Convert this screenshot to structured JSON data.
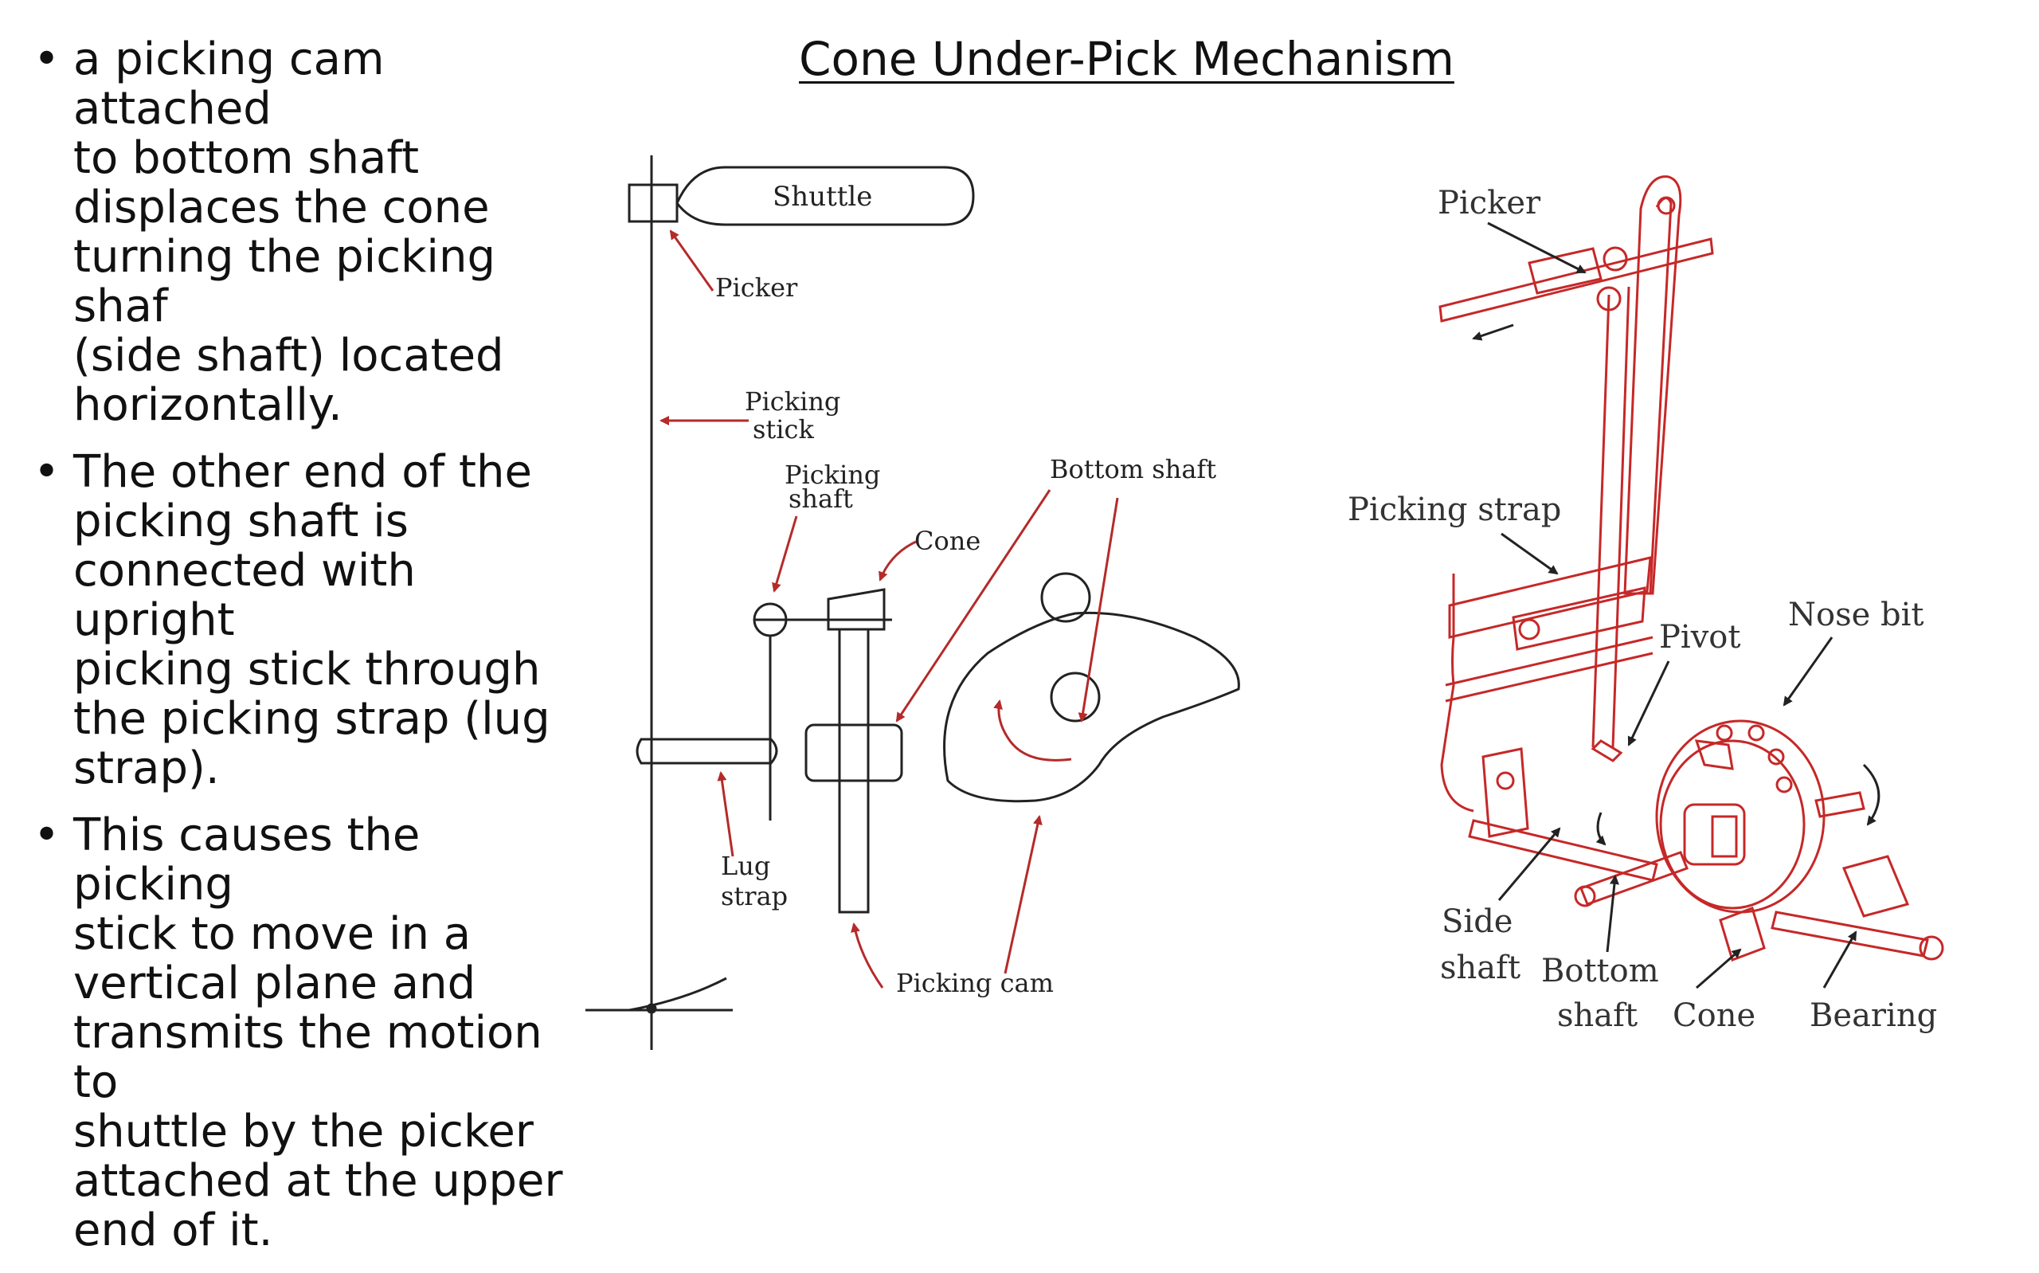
{
  "slide": {
    "title": "Cone Under-Pick Mechanism",
    "bullets": [
      "a picking cam attached\nto bottom shaft\ndisplaces the cone\nturning the picking shaf\n(side shaft) located\nhorizontally.",
      "The other end of the\npicking shaft is\nconnected with upright\npicking stick through\nthe picking strap (lug\nstrap).",
      "This causes the picking\nstick to move in a\nvertical plane and\ntransmits the motion to\nshuttle by the picker\nattached at the upper\nend of it."
    ],
    "bullet_char": "•"
  },
  "left_diagram": {
    "labels": {
      "shuttle": "Shuttle",
      "picker": "Picker",
      "picking_stick_1": "Picking",
      "picking_stick_2": "stick",
      "picking_shaft_1": "Picking",
      "picking_shaft_2": "shaft",
      "bottom_shaft": "Bottom shaft",
      "cone": "Cone",
      "lug_strap_1": "Lug",
      "lug_strap_2": "strap",
      "picking_cam": "Picking cam"
    }
  },
  "right_diagram": {
    "labels": {
      "picker": "Picker",
      "picking_strap": "Picking strap",
      "pivot": "Pivot",
      "nose_bit": "Nose bit",
      "side_shaft_1": "Side",
      "side_shaft_2": "shaft",
      "bottom_shaft_1": "Bottom",
      "bottom_shaft_2": "shaft",
      "cone": "Cone",
      "bearing": "Bearing"
    }
  },
  "colors": {
    "text": "#111111",
    "diagram_line": "#222222",
    "arrow_red": "#b52a2a",
    "mechanism_red": "#c62828"
  }
}
